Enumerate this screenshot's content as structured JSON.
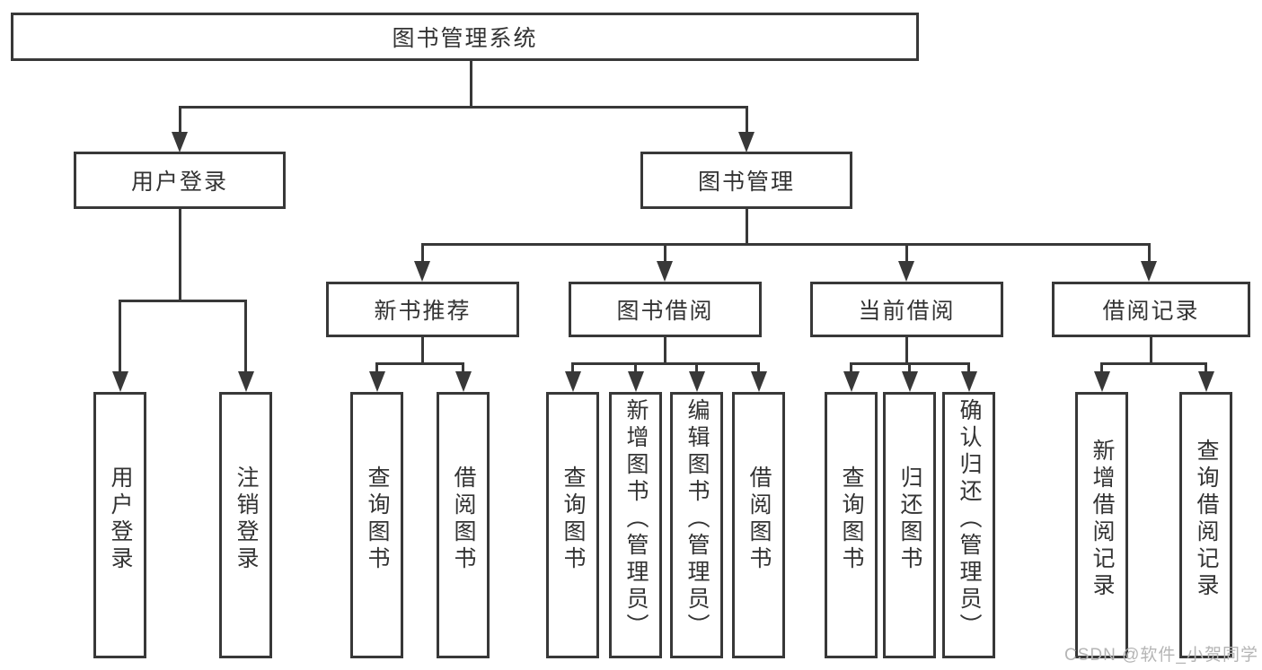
{
  "diagram": {
    "title": "图书管理系统",
    "colors": {
      "line": "#383838",
      "text": "#333333",
      "watermark": "#b5b5b5",
      "background": "#ffffff"
    },
    "nodes": {
      "root": "图书管理系统",
      "level1": [
        "用户登录",
        "图书管理"
      ],
      "level2": [
        "新书推荐",
        "图书借阅",
        "当前借阅",
        "借阅记录"
      ],
      "leaves": {
        "user_login": [
          "用户登录",
          "注销登录"
        ],
        "new_books": [
          "查询图书",
          "借阅图书"
        ],
        "book_borrow": [
          "查询图书",
          "新增图书（管理员）",
          "编辑图书（管理员）",
          "借阅图书"
        ],
        "current_borrow": [
          "查询图书",
          "归还图书",
          "确认归还（管理员）"
        ],
        "borrow_records": [
          "新增借阅记录",
          "查询借阅记录"
        ]
      }
    }
  },
  "watermark": "CSDN @软件_小贺同学"
}
